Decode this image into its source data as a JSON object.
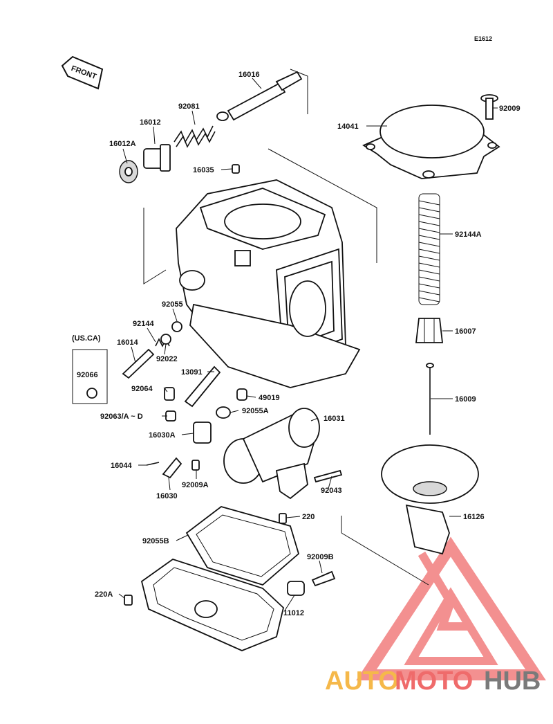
{
  "diagram_code": "E1612",
  "front_arrow_label": "FRONT",
  "region_note": "(US.CA)",
  "labels": {
    "p16016": "16016",
    "p92081": "92081",
    "p16012": "16012",
    "p16012A": "16012A",
    "p16035": "16035",
    "p92009": "92009",
    "p14041": "14041",
    "p92144A": "92144A",
    "p16007": "16007",
    "p16009": "16009",
    "p16126": "16126",
    "p92055": "92055",
    "p92144": "92144",
    "p16014": "16014",
    "p92022": "92022",
    "p92066": "92066",
    "p13091": "13091",
    "p92064": "92064",
    "p49019": "49019",
    "p92055A": "92055A",
    "p92063": "92063/A ~ D",
    "p16031": "16031",
    "p16030A": "16030A",
    "p16044": "16044",
    "p92009A": "92009A",
    "p16030": "16030",
    "p92043": "92043",
    "p220": "220",
    "p92055B": "92055B",
    "p92009B": "92009B",
    "p220A": "220A",
    "p11012": "11012"
  },
  "watermark": {
    "part1": "AUTO",
    "part2": "MOTO",
    "part3": "HUB",
    "color_orange": "#f5b84a",
    "color_red": "#ef6b6b",
    "color_gray": "#7a7a7a"
  }
}
